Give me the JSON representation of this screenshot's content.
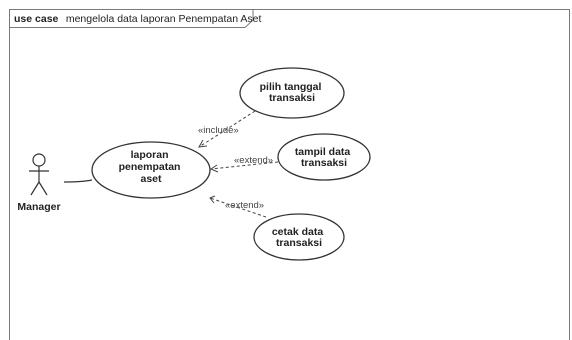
{
  "frame": {
    "keyword": "use case",
    "name": "mengelola data laporan Penempatan Aset"
  },
  "actor": {
    "label": "Manager"
  },
  "use_cases": {
    "main": {
      "lines": [
        "laporan",
        "penempatan",
        "aset"
      ]
    },
    "pilih": {
      "lines": [
        "pilih tanggal",
        "transaksi"
      ]
    },
    "tampil": {
      "lines": [
        "tampil data",
        "transaksi"
      ]
    },
    "cetak": {
      "lines": [
        "cetak data",
        "transaksi"
      ]
    }
  },
  "relations": {
    "include": "«include»",
    "extend_tampil": "«extend»",
    "extend_cetak": "«extend»"
  }
}
